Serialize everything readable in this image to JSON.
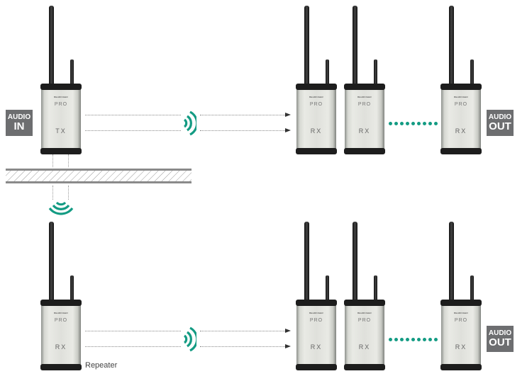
{
  "audio_in": {
    "line1": "AUDIO",
    "line2": "IN"
  },
  "audio_out": {
    "line1": "AUDIO",
    "line2": "OUT"
  },
  "device": {
    "brand": "BEHRINGER",
    "model": "PRO"
  },
  "top_row": {
    "transmitter": "TX",
    "receivers": [
      "RX",
      "RX",
      "RX"
    ]
  },
  "bottom_row": {
    "repeater": "RX",
    "receivers": [
      "RX",
      "RX",
      "RX"
    ],
    "repeater_label": "Repeater"
  },
  "colors": {
    "signal": "#139b83",
    "audio_box": "#6d6e70"
  }
}
